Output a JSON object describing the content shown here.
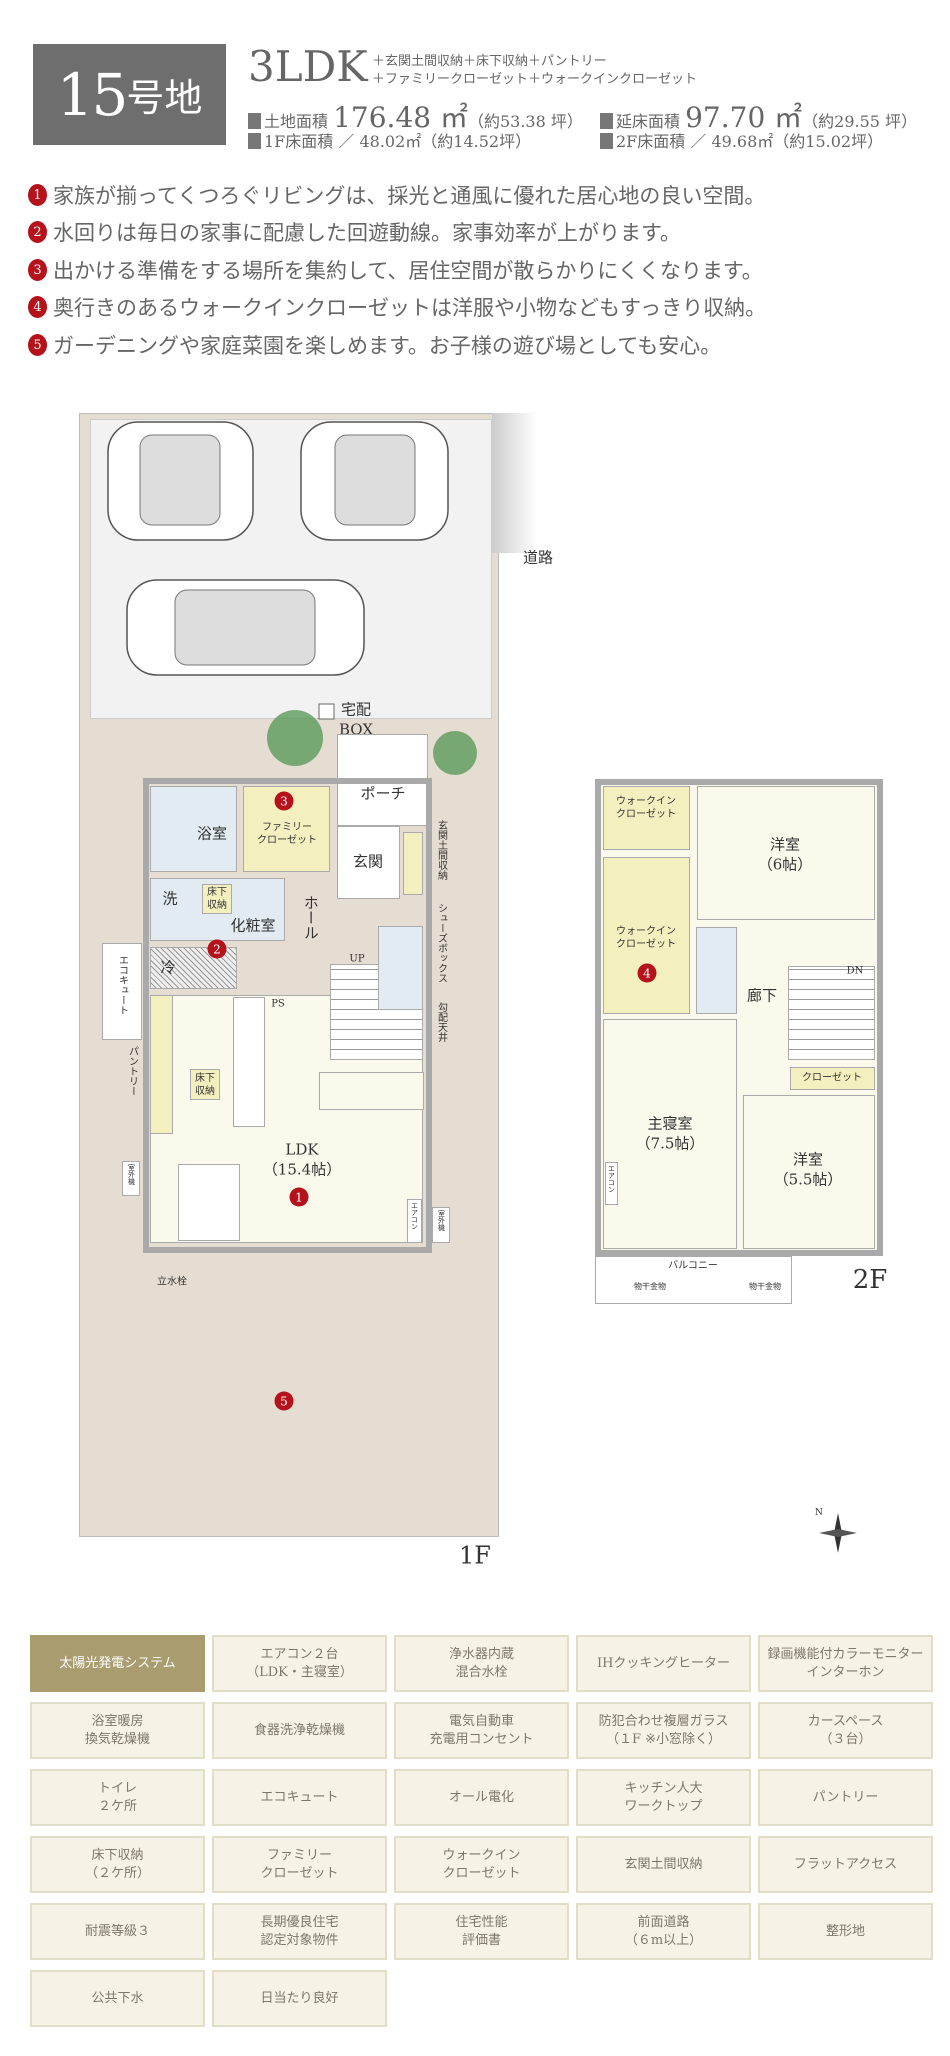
{
  "header": {
    "lot_number": "15",
    "lot_suffix": "号地",
    "layout": "3LDK",
    "options_line1": "＋玄関土間収納＋床下収納＋パントリー",
    "options_line2": "＋ファミリークローゼット＋ウォークインクローゼット",
    "land_area_label": "土地面積",
    "land_area_value": "176.48 ㎡",
    "land_area_tsubo": "（約53.38 坪）",
    "total_floor_label": "延床面積",
    "total_floor_value": "97.70 ㎡",
    "total_floor_tsubo": "（約29.55 坪）",
    "floor1": "1F床面積 ／ 48.02㎡（約14.52坪）",
    "floor2": "2F床面積 ／ 49.68㎡（約15.02坪）"
  },
  "points": [
    {
      "n": "1",
      "text": "家族が揃ってくつろぐリビングは、採光と通風に優れた居心地の良い空間。"
    },
    {
      "n": "2",
      "text": "水回りは毎日の家事に配慮した回遊動線。家事効率が上がります。"
    },
    {
      "n": "3",
      "text": "出かける準備をする場所を集約して、居住空間が散らかりにくくなります。"
    },
    {
      "n": "4",
      "text": "奥行きのあるウォークインクローゼットは洋服や小物などもすっきり収納。"
    },
    {
      "n": "5",
      "text": "ガーデニングや家庭菜園を楽しめます。お子様の遊び場としても安心。"
    }
  ],
  "plan1f": {
    "road": "道路",
    "takuhai": "宅配\nBOX",
    "porch": "ポーチ",
    "genkan": "玄関",
    "bath": "浴室",
    "family_closet": "ファミリー\nクローゼット",
    "wash": "洗",
    "underfloor": "床下\n収納",
    "powder": "化粧室",
    "fridge": "冷",
    "hall": "ホール",
    "ps": "PS",
    "up": "UP",
    "genkan_storage": "玄関土間収納",
    "shoebox": "シューズボックス",
    "sloped": "勾配天井",
    "ecocute": "エコキュート",
    "pantry": "パントリー",
    "underfloor2": "床下\n収納",
    "ldk": "LDK\n（15.4帖）",
    "outdoor_unit": "室外機",
    "outdoor_unit2": "室外機",
    "aircon": "エアコン",
    "faucet": "立水栓",
    "floor_label": "1F"
  },
  "plan2f": {
    "wic1": "ウォークイン\nクローゼット",
    "wic2": "ウォークイン\nクローゼット",
    "room6": "洋室\n（6帖）",
    "corridor": "廊下",
    "dn": "DN",
    "closet": "クローゼット",
    "master": "主寝室\n（7.5帖）",
    "room55": "洋室\n（5.5帖）",
    "aircon": "エアコン",
    "balcony": "バルコニー",
    "hanger1": "物干金物",
    "hanger2": "物干金物",
    "floor_label": "2F"
  },
  "features": [
    "太陽光発電システム",
    "エアコン２台\n（LDK・主寝室）",
    "浄水器内蔵\n混合水栓",
    "IHクッキングヒーター",
    "録画機能付カラーモニター\nインターホン",
    "浴室暖房\n換気乾燥機",
    "食器洗浄乾燥機",
    "電気自動車\n充電用コンセント",
    "防犯合わせ複層ガラス\n（１F ※小窓除く）",
    "カースペース\n（３台）",
    "トイレ\n２ケ所",
    "エコキュート",
    "オール電化",
    "キッチン人大\nワークトップ",
    "パントリー",
    "床下収納\n（２ケ所）",
    "ファミリー\nクローゼット",
    "ウォークイン\nクローゼット",
    "玄関土間収納",
    "フラットアクセス",
    "耐震等級３",
    "長期優良住宅\n認定対象物件",
    "住宅性能\n評価書",
    "前面道路\n（６m以上）",
    "整形地",
    "公共下水",
    "日当たり良好"
  ],
  "colors": {
    "accent": "#b5121b",
    "highlight": "#a99d70",
    "cell_bg": "#f6f3e6"
  }
}
